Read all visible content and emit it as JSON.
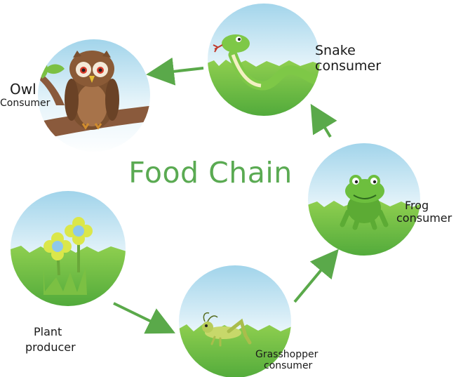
{
  "title": "Food Chain",
  "organisms": {
    "owl": {
      "name": "Owl",
      "role": "Consumer"
    },
    "snake": {
      "name": "Snake",
      "role": "consumer"
    },
    "frog": {
      "name": "Frog",
      "role": "consumer"
    },
    "grasshopper": {
      "name": "Grasshopper",
      "role": "consumer"
    },
    "plant": {
      "name": "Plant",
      "role": "producer"
    }
  },
  "colors": {
    "title": "#5aaa52",
    "arrow": "#5aa94a",
    "sky": "#c9e6f3",
    "grass": "#6fbe3e"
  }
}
